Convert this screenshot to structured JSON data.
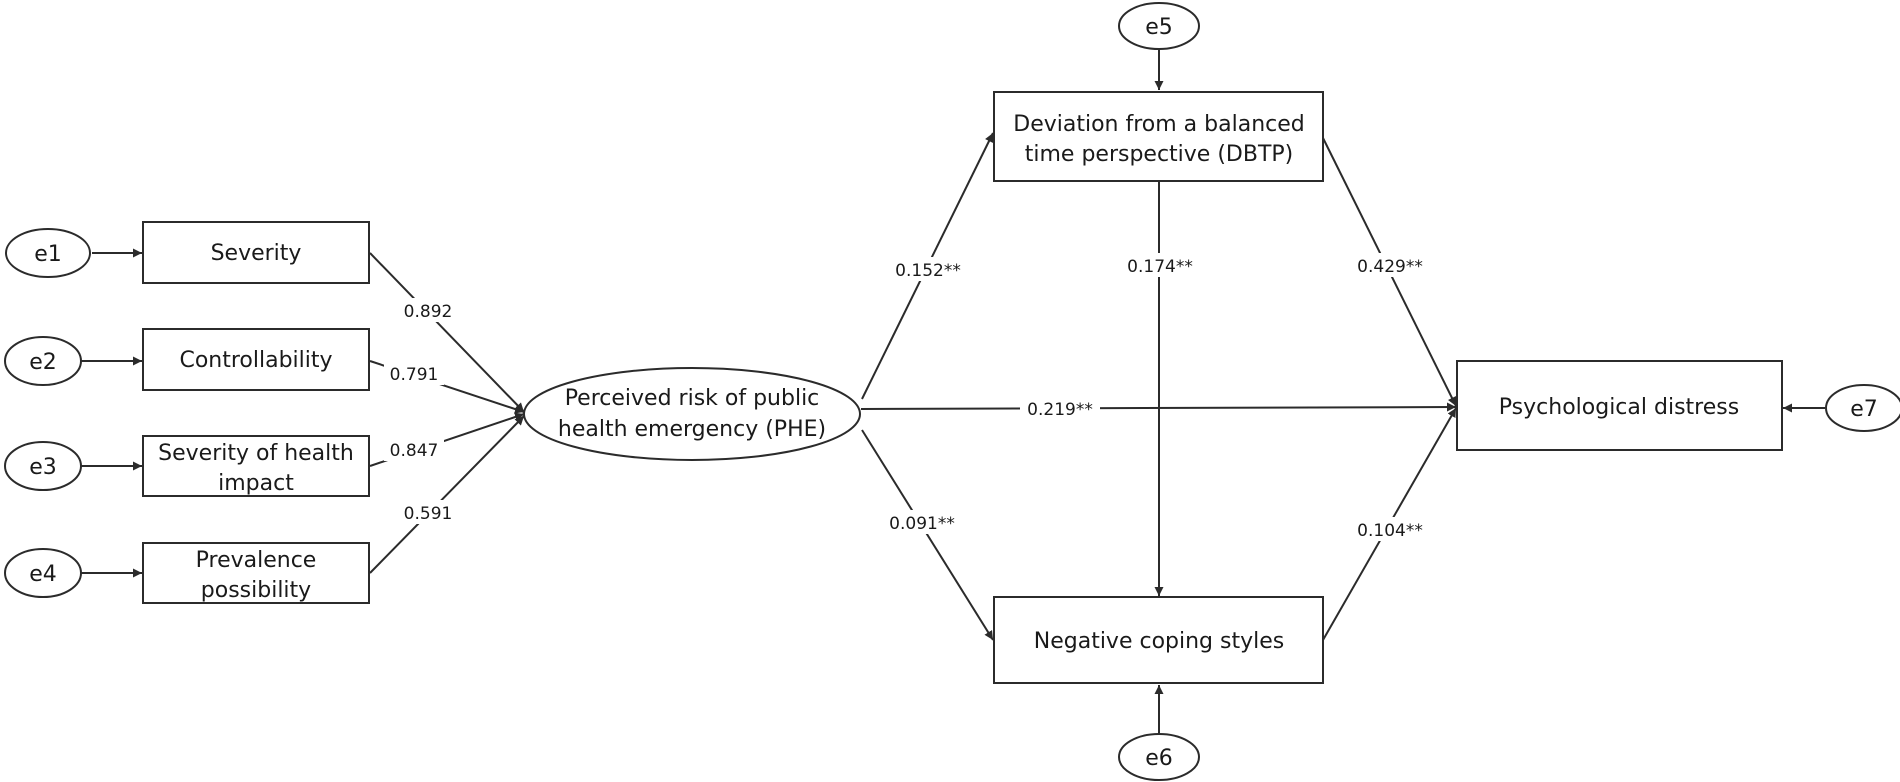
{
  "indicators": [
    {
      "label_lines": [
        "Severity"
      ],
      "error": "e1"
    },
    {
      "label_lines": [
        "Controllability"
      ],
      "error": "e2"
    },
    {
      "label_lines": [
        "Severity of health",
        "impact"
      ],
      "error": "e3"
    },
    {
      "label_lines": [
        "Prevalence",
        "possibility"
      ],
      "error": "e4"
    }
  ],
  "latent": {
    "label_lines": [
      "Perceived risk of public",
      "health emergency (PHE)"
    ]
  },
  "mediator_top": {
    "label_lines": [
      "Deviation from a balanced",
      "time perspective (DBTP)"
    ],
    "error": "e5"
  },
  "mediator_bottom": {
    "label_lines": [
      "Negative coping styles"
    ],
    "error": "e6"
  },
  "outcome": {
    "label_lines": [
      "Psychological distress"
    ],
    "error": "e7"
  },
  "loadings": [
    "0.892",
    "0.791",
    "0.847",
    "0.591"
  ],
  "paths": {
    "phe_to_dbtp": "0.152**",
    "dbtp_to_ncs": "0.174**",
    "dbtp_to_pd": "0.429**",
    "phe_to_pd": "0.219**",
    "phe_to_ncs": "0.091**",
    "ncs_to_pd": "0.104**"
  }
}
